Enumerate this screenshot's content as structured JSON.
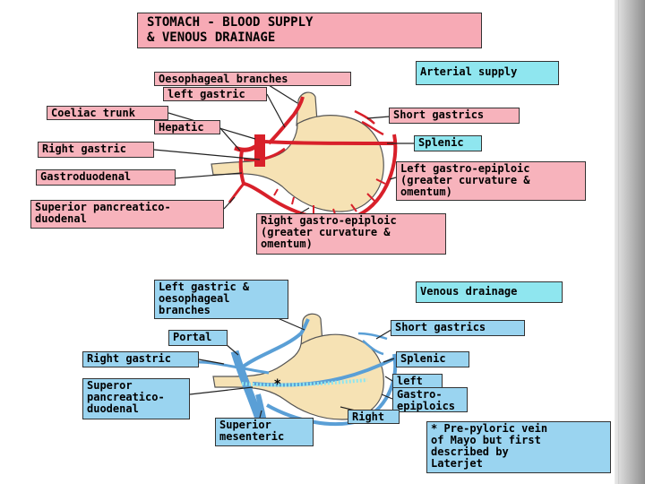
{
  "title": "STOMACH - BLOOD SUPPLY\n& VENOUS DRAINAGE",
  "arterial": {
    "heading": "Arterial supply",
    "labels": {
      "oesophageal_branches": "Oesophageal branches",
      "left_gastric": "left gastric",
      "coeliac_trunk": "Coeliac trunk",
      "hepatic": "Hepatic",
      "right_gastric": "Right gastric",
      "gastroduodenal": "Gastroduodenal",
      "superior_pancreatico_duodenal": "Superior pancreatico-\nduodenal",
      "short_gastrics": "Short gastrics",
      "splenic": "Splenic",
      "left_gastro_epiploic": "Left gastro-epiploic\n(greater curvature &\nomentum)",
      "right_gastro_epiploic": "Right gastro-epiploic\n(greater curvature &\nomentum)"
    }
  },
  "venous": {
    "heading": "Venous drainage",
    "labels": {
      "left_gastric_oesophageal": "Left gastric &\noesophageal\nbranches",
      "portal": "Portal",
      "right_gastric": "Right gastric",
      "superior_pancreatico_duodenal": "Superor\npancreatico-\nduodenal",
      "superior_mesenteric": "Superior\nmesenteric",
      "short_gastrics": "Short gastrics",
      "splenic": "Splenic",
      "left": "left",
      "gastro_epiploics": "Gastro-\nepiploics",
      "right": "Right",
      "note": "* Pre-pyloric vein\n  of Mayo but first\n  described by\n  Laterjet"
    }
  },
  "colors": {
    "artery": "#d8202a",
    "vein": "#5a9fd6",
    "stomach": "#f6e2b4",
    "pink_label": "#f7b3bc",
    "blue_label": "#9ad4f0",
    "cyan_heading": "#8fe6ef"
  }
}
